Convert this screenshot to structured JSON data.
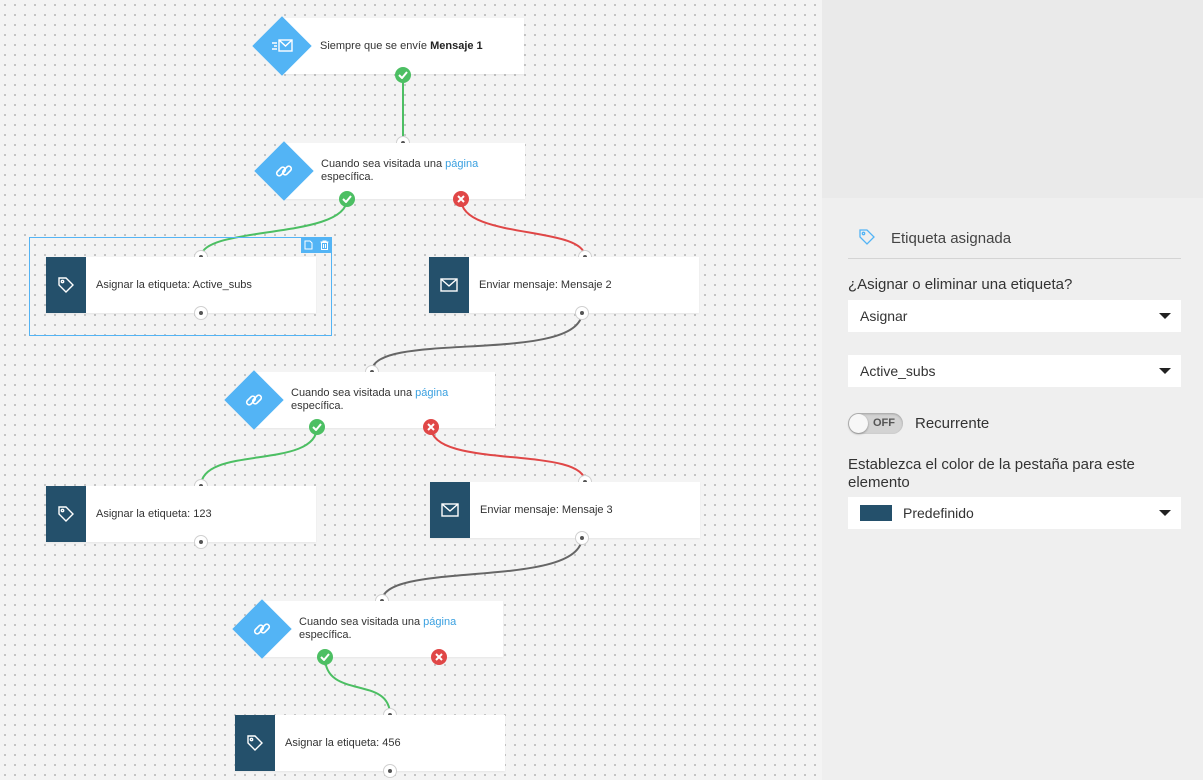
{
  "nodes": {
    "trigger": {
      "prefix": "Siempre que se envíe ",
      "bold": "Mensaje 1"
    },
    "visit_1": {
      "prefix": "Cuando sea visitada una ",
      "link": "página",
      "suffix": "específica."
    },
    "tag_1": {
      "label": "Asignar la etiqueta: Active_subs"
    },
    "msg_2": {
      "label": "Enviar mensaje: Mensaje 2"
    },
    "visit_2": {
      "prefix": "Cuando sea visitada una ",
      "link": "página",
      "suffix": "específica."
    },
    "tag_2": {
      "label": "Asignar la etiqueta: 123"
    },
    "msg_3": {
      "label": "Enviar mensaje: Mensaje 3"
    },
    "visit_3": {
      "prefix": "Cuando sea visitada una ",
      "link": "página",
      "suffix": "específica."
    },
    "tag_3": {
      "label": "Asignar la etiqueta: 456"
    }
  },
  "panel": {
    "title": "Etiqueta asignada",
    "question": "¿Asignar o eliminar una etiqueta?",
    "action_select": {
      "value": "Asignar"
    },
    "tag_select": {
      "value": "Active_subs"
    },
    "toggle": {
      "state": "OFF",
      "label": "Recurrente"
    },
    "color_label": "Establezca el color de la pestaña para este elemento",
    "color_select": {
      "value": "Predefinido",
      "swatch": "#24506b"
    }
  },
  "colors": {
    "accent": "#53b4f5",
    "node_tile": "#24506b",
    "yes": "#4cbf63",
    "no": "#e04747",
    "link": "#3aa0e0"
  },
  "icons": {
    "trigger": "send-mail-icon",
    "visit": "link-icon",
    "tag": "tag-icon",
    "message": "envelope-icon",
    "selection_tools": [
      "duplicate-icon",
      "trash-icon"
    ]
  }
}
